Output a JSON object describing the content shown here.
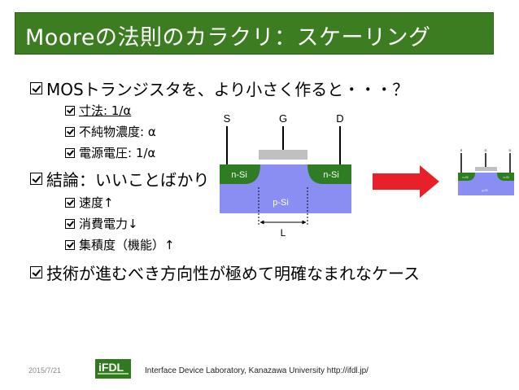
{
  "slide": {
    "title": "Mooreの法則のカラクリ：スケーリング",
    "bullets": [
      {
        "text": "MOSトランジスタを、より小さく作ると・・・？"
      },
      {
        "text": "寸法: 1/α"
      },
      {
        "text": "不純物濃度: α"
      },
      {
        "text": "電源電圧: 1/α"
      },
      {
        "text": "結論：いいことばかり"
      },
      {
        "text": "速度↑"
      },
      {
        "text": "消費電力↓"
      },
      {
        "text": "集積度（機能）↑"
      },
      {
        "text": "技術が進むべき方向性が極めて明確なまれなケース"
      }
    ]
  },
  "diagram": {
    "large": {
      "source": "S",
      "gate": "G",
      "drain": "D",
      "n_left": "n-Si",
      "n_right": "n-Si",
      "substrate": "p-Si",
      "length": "L"
    },
    "small": {
      "source": "S",
      "gate": "G",
      "drain": "D",
      "n_left": "n-Si",
      "n_right": "n-Si",
      "substrate": "p-Si"
    }
  },
  "colors": {
    "title_bg": "#3c7d22",
    "n_si": "#2f7d22",
    "p_si": "#8a8ef2",
    "gate": "#c0c0c0",
    "arrow": "#e8202a"
  },
  "footer": {
    "date": "2015/7/21",
    "logo": "iFDL",
    "text": "Interface Device Laboratory, Kanazawa University  http://ifdl.jp/"
  }
}
